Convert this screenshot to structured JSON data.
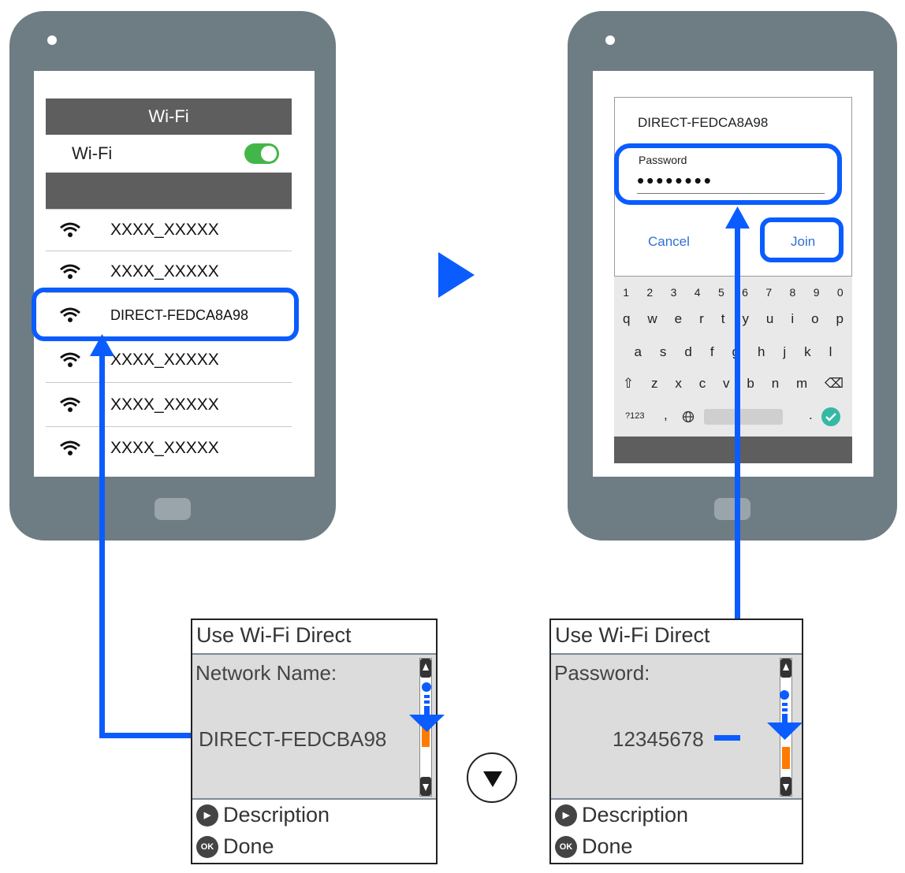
{
  "left_phone": {
    "header_title": "Wi-Fi",
    "toggle_label": "Wi-Fi",
    "networks": [
      "XXXX_XXXXX",
      "XXXX_XXXXX",
      "DIRECT-FEDCA8A98",
      "XXXX_XXXXX",
      "XXXX_XXXXX",
      "XXXX_XXXXX"
    ]
  },
  "right_phone": {
    "ssid": "DIRECT-FEDCA8A98",
    "password_label": "Password",
    "password_dots": "••••••••",
    "cancel_label": "Cancel",
    "join_label": "Join",
    "keyboard": {
      "row1": [
        "1",
        "2",
        "3",
        "4",
        "5",
        "6",
        "7",
        "8",
        "9",
        "0"
      ],
      "row2": [
        "q",
        "w",
        "e",
        "r",
        "t",
        "y",
        "u",
        "i",
        "o",
        "p"
      ],
      "row3": [
        "a",
        "s",
        "d",
        "f",
        "g",
        "h",
        "j",
        "k",
        "l"
      ],
      "row4": [
        "⇧",
        "z",
        "x",
        "c",
        "v",
        "b",
        "n",
        "m",
        "⌫"
      ],
      "row5_left": "?123",
      "row5_comma": ",",
      "row5_period": "."
    }
  },
  "lcd_left": {
    "title": "Use Wi-Fi Direct",
    "label": "Network Name:",
    "value": "DIRECT-FEDCBA98",
    "description": "Description",
    "done": "Done",
    "ok_badge": "OK"
  },
  "lcd_right": {
    "title": "Use Wi-Fi Direct",
    "label": "Password:",
    "value": "12345678",
    "description": "Description",
    "done": "Done",
    "ok_badge": "OK"
  },
  "colors": {
    "accent_blue": "#0b5cff",
    "tablet_gray": "#6e7c83",
    "toggle_green": "#43b649",
    "scroll_orange": "#ff7a00"
  }
}
